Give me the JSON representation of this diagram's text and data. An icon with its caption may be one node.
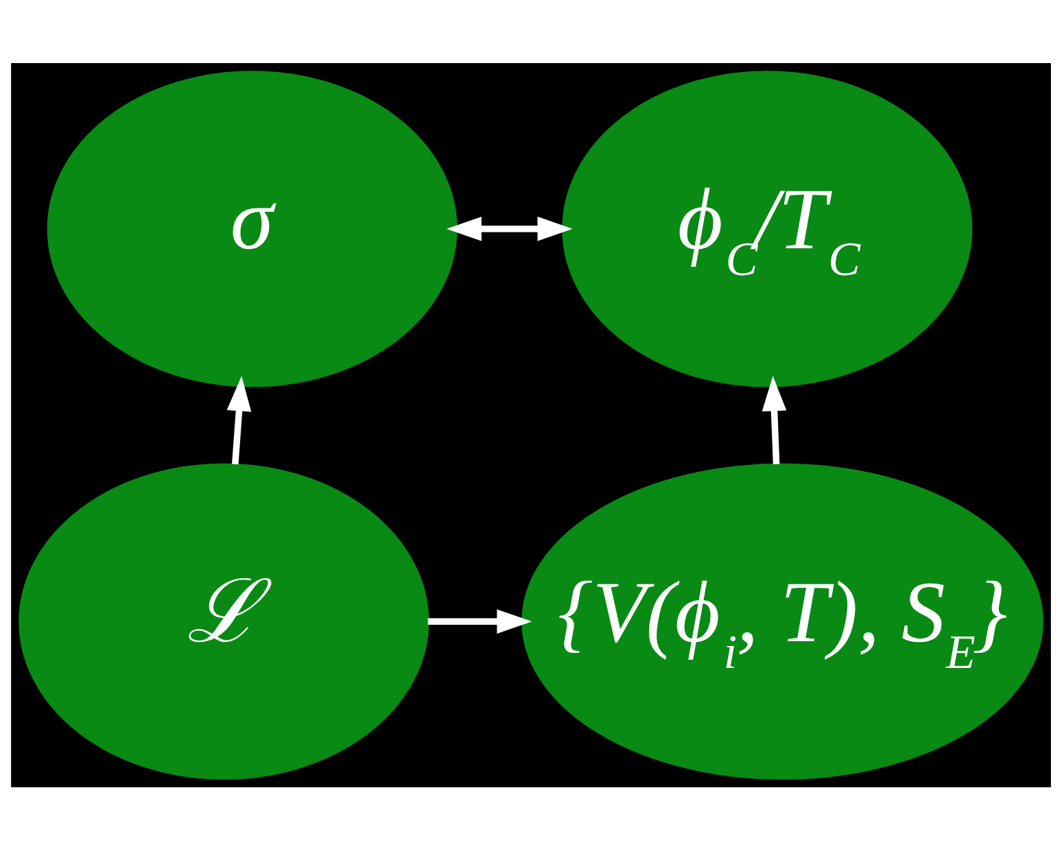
{
  "diagram": {
    "nodes": [
      {
        "text": [
          "σ"
        ]
      },
      {
        "text": [
          "ϕ$_{C}$/T$_{C}$"
        ]
      },
      {
        "text": [
          "ℒ"
        ]
      },
      {
        "text": [
          "{V(ϕ$_{i}$, T), S$_{E}$}"
        ]
      }
    ],
    "edges": [
      {
        "from": 0,
        "to": 1,
        "arrow": "both"
      },
      {
        "from": 2,
        "to": 0,
        "arrow": "to"
      },
      {
        "from": 2,
        "to": 3,
        "arrow": "to"
      },
      {
        "from": 3,
        "to": 1,
        "arrow": "to"
      }
    ]
  }
}
